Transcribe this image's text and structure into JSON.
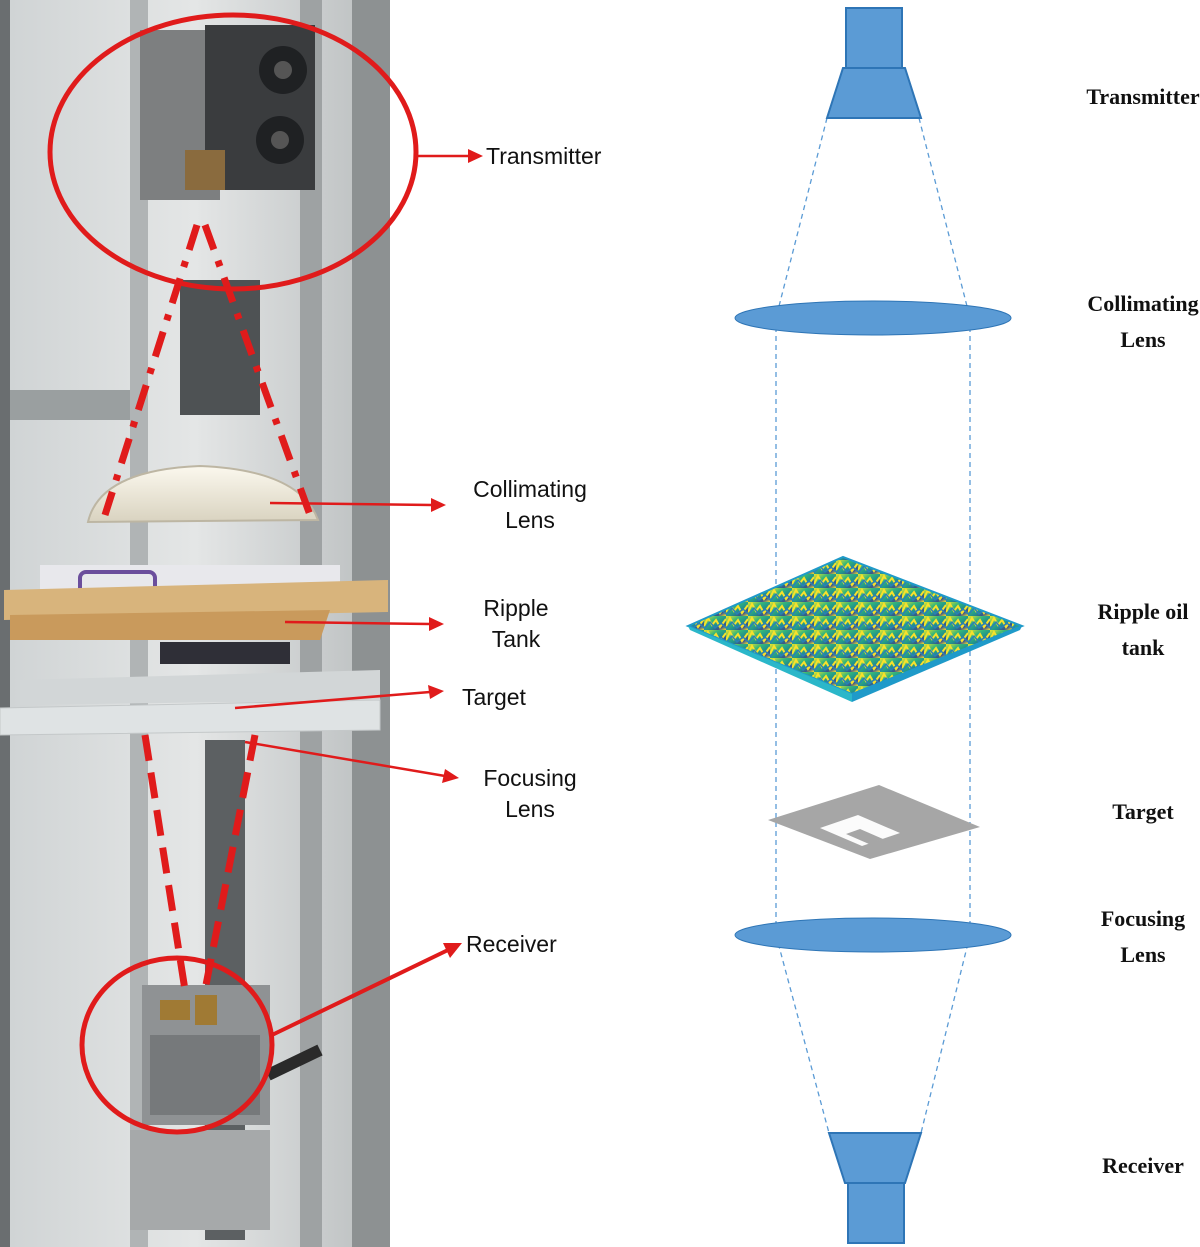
{
  "photo_panel": {
    "labels": {
      "transmitter": "Transmitter",
      "collimating_lens": [
        "Collimating",
        "Lens"
      ],
      "ripple_tank": [
        "Ripple",
        "Tank"
      ],
      "target": "Target",
      "focusing_lens": [
        "Focusing",
        "Lens"
      ],
      "receiver": "Receiver"
    }
  },
  "schematic_panel": {
    "labels": {
      "transmitter": "Transmitter",
      "collimating_lens": [
        "Collimating",
        "Lens"
      ],
      "ripple_oil_tank": [
        "Ripple oil",
        "tank"
      ],
      "target": "Target",
      "focusing_lens": [
        "Focusing",
        "Lens"
      ],
      "receiver": "Receiver"
    }
  },
  "colors": {
    "annotation_red": "#e01b1b",
    "component_blue": "#5b9bd5",
    "component_blue_dark": "#2e75b6",
    "target_gray": "#a6a6a6"
  }
}
